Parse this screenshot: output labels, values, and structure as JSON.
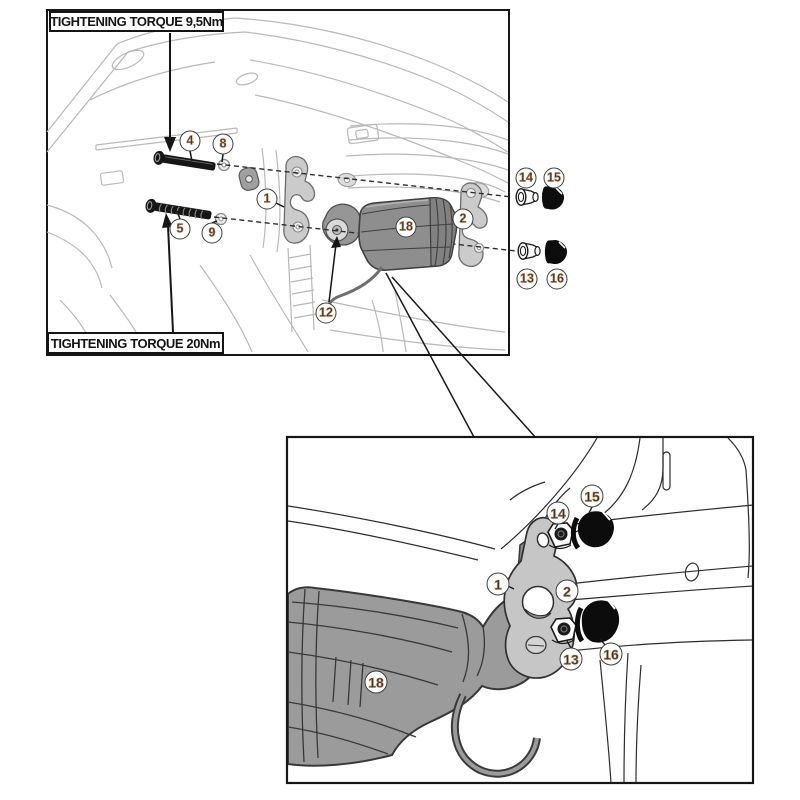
{
  "torque_labels": {
    "top": "TIGHTENING TORQUE 9,5Nm",
    "bottom": "TIGHTENING TORQUE 20Nm"
  },
  "callouts": {
    "n1": "1",
    "n2": "2",
    "n4": "4",
    "n5": "5",
    "n8": "8",
    "n9": "9",
    "n12": "12",
    "n13": "13",
    "n14": "14",
    "n15": "15",
    "n16": "16",
    "n18": "18"
  },
  "colors": {
    "callout_number": "#1c3667",
    "callout_number_outline": "#d8862c",
    "callout_ring": "#3d3d3d",
    "outline_black": "#161616",
    "line_art_gray": "#b9b9b9",
    "bracket_gray": "#c6c6c6",
    "part18_gray": "#9b9b9b",
    "dark_part": "#0d0d0d",
    "background": "#ffffff"
  }
}
